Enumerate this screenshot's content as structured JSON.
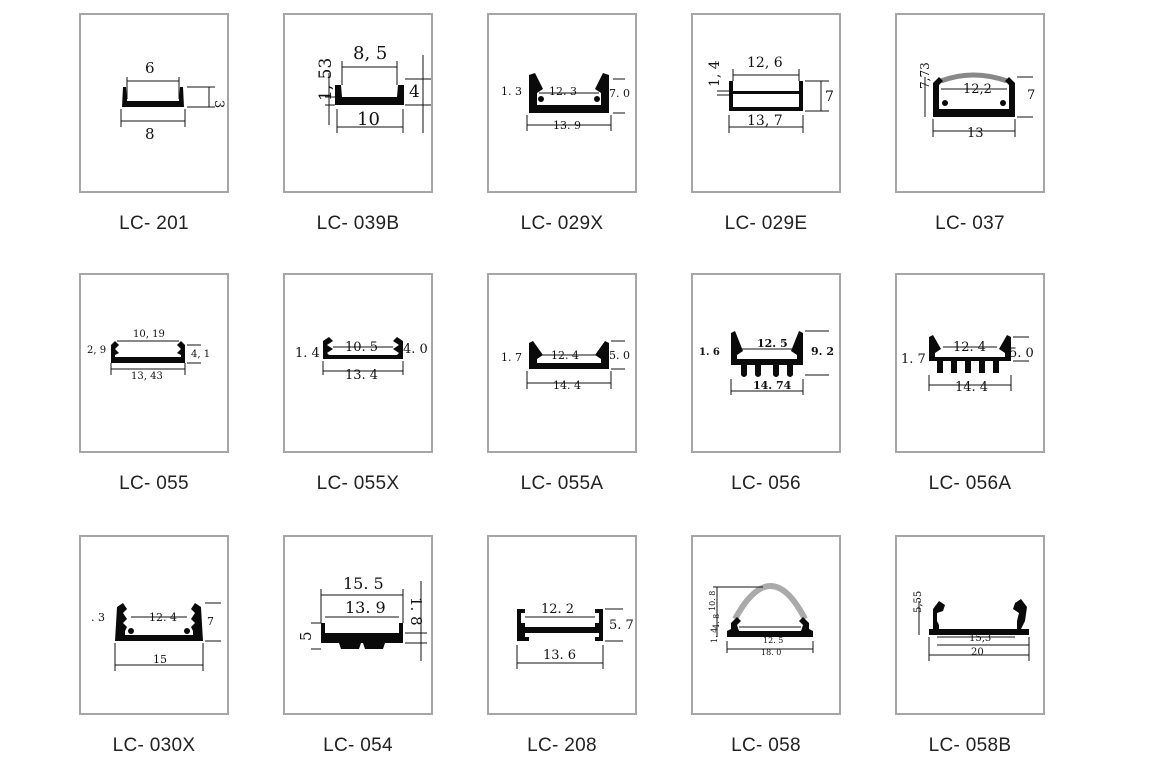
{
  "products": [
    {
      "code": "LC- 201",
      "dims": [
        "6",
        "3",
        "8"
      ]
    },
    {
      "code": "LC- 039B",
      "dims": [
        "8, 5",
        "1, 53",
        "4",
        "10"
      ]
    },
    {
      "code": "LC- 029X",
      "dims": [
        "1. 3",
        "12. 3",
        "7. 0",
        "13. 9"
      ]
    },
    {
      "code": "LC- 029E",
      "dims": [
        "12, 6",
        "1, 4",
        "7",
        "13, 7"
      ]
    },
    {
      "code": "LC- 037",
      "dims": [
        "7,73",
        "12,2",
        "7",
        "13"
      ]
    },
    {
      "code": "LC- 055",
      "dims": [
        "2, 9",
        "10, 19",
        "4, 1",
        "13, 43"
      ]
    },
    {
      "code": "LC- 055X",
      "dims": [
        "1. 4",
        "10. 5",
        "4. 0",
        "13. 4"
      ]
    },
    {
      "code": "LC- 055A",
      "dims": [
        "1. 7",
        "12. 4",
        "5. 0",
        "14. 4"
      ]
    },
    {
      "code": "LC- 056",
      "dims": [
        "1. 6",
        "12. 5",
        "9. 2",
        "14. 74"
      ]
    },
    {
      "code": "LC- 056A",
      "dims": [
        "1. 7",
        "12. 4",
        "5. 0",
        "14. 4"
      ]
    },
    {
      "code": "LC- 030X",
      "dims": [
        ". 3",
        "12. 4",
        "7",
        "15"
      ]
    },
    {
      "code": "LC- 054",
      "dims": [
        "15. 5",
        "13. 9",
        "1. 8",
        "5"
      ]
    },
    {
      "code": "LC- 208",
      "dims": [
        "12. 2",
        "5. 7",
        "13. 6"
      ]
    },
    {
      "code": "LC- 058",
      "dims": [
        "10. 8",
        "4. 8",
        "1. 4",
        "12. 5",
        "18. 0"
      ]
    },
    {
      "code": "LC- 058B",
      "dims": [
        "5,55",
        "15,3",
        "20"
      ]
    }
  ]
}
